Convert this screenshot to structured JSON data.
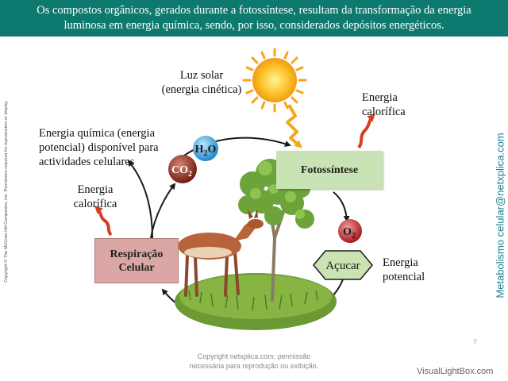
{
  "header": {
    "line1": "Os compostos orgânicos, gerados durante a fotossíntese, resultam da transformação da energia",
    "line2": "luminosa em energia química, sendo, por isso, considerados depósitos energéticos."
  },
  "side_copyright": "Copyright © The McGraw-Hill Companies, Inc. Permission required for reproduction or display.",
  "side_brand": "Metabolismo celular@netxplica.com",
  "labels": {
    "luz_line1": "Luz solar",
    "luz_line2": "(energia cinética)",
    "energia_quimica_line1": "Energia química (energia",
    "energia_quimica_line2": "potencial) disponível para",
    "energia_quimica_line3": "actividades celulares",
    "calor_left_line1": "Energia",
    "calor_left_line2": "calorífica",
    "calor_right_line1": "Energia",
    "calor_right_line2": "calorífica",
    "potencial_line1": "Energia",
    "potencial_line2": "potencial"
  },
  "boxes": {
    "fotossintese": "Fotossíntese",
    "respiracao_line1": "Respiração",
    "respiracao_line2": "Celular",
    "acucar": "Açucar"
  },
  "molecules": {
    "h2o_base": "H",
    "h2o_sub": "2",
    "h2o_end": "O",
    "co2_base": "CO",
    "co2_sub": "2",
    "o2_base": "O",
    "o2_sub": "2"
  },
  "footer": {
    "line1": "Copyright netxplica.com: permissão",
    "line2": "necessária para reprodução ou exibição."
  },
  "page_number": "7",
  "watermark": "VisualLightBox.com",
  "colors": {
    "header_bg": "#0e7a6f",
    "fotossintese_box": "#c9e3b4",
    "respiracao_box": "#dba7a5",
    "acucar_box": "#cbe3b1",
    "h2o": "#3aa6e0",
    "co2": "#8b2b1e",
    "o2": "#c2272d",
    "heat_arrow": "#d2401f",
    "sun": "#f7b51f"
  }
}
